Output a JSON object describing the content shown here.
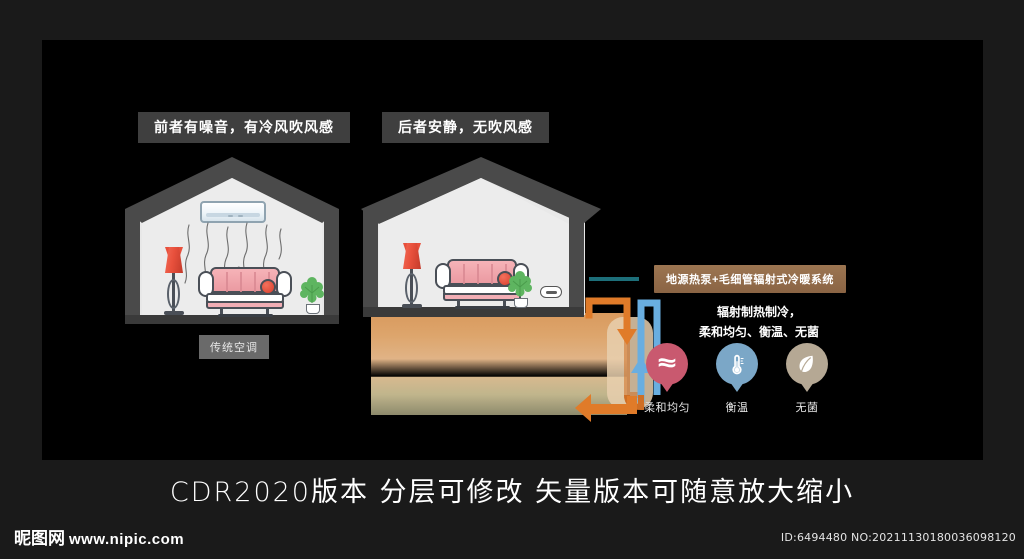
{
  "page": {
    "background_color": "#1a1a1a",
    "artboard_color": "#000000"
  },
  "headings": {
    "left_chip": "前者有噪音，有冷风吹风感",
    "right_chip": "后者安静，无吹风感",
    "chip_bg": "#3f3f3f"
  },
  "left_scene": {
    "caption": "传统空调",
    "caption_bg": "#6a6a6a",
    "icon_ac": "air-conditioner-icon",
    "icon_airflow": "airflow-wavy-lines-icon",
    "icon_lamp": "floor-lamp-icon",
    "icon_sofa": "sofa-icon",
    "icon_plant": "potted-plant-icon"
  },
  "right_scene": {
    "icon_lamp": "floor-lamp-icon",
    "icon_sofa": "sofa-icon",
    "icon_plant": "potted-plant-icon",
    "icon_wall_switch": "wall-controller-icon",
    "icon_supply_pipe": "orange-supply-pipe-icon",
    "icon_return_pipe": "blue-return-pipe-icon",
    "icon_ground_loop": "ground-loop-icon",
    "icon_ground_arrow": "orange-left-arrow-icon",
    "ground_top_color": "#d99a5e",
    "ground_bottom_color": "#8d8a6c",
    "pipe_orange": "#e07b29",
    "pipe_blue": "#69aee0"
  },
  "info_panel": {
    "badge": "地源热泵+毛细管辐射式冷暖系统",
    "badge_color": "#8a6444",
    "line1": "辐射制热制冷，",
    "line2": "柔和均匀、衡温、无菌"
  },
  "features": [
    {
      "label": "柔和均匀",
      "icon": "waves-icon",
      "color": "#c9596f"
    },
    {
      "label": "衡温",
      "icon": "thermometer-icon",
      "color": "#7ba7c7"
    },
    {
      "label": "无菌",
      "icon": "leaf-icon",
      "color": "#b5a894"
    }
  ],
  "footer": {
    "caption": "CDR2020版本 分层可修改 矢量版本可随意放大缩小",
    "brand_cn": "昵图网",
    "brand_url": "www.nipic.com",
    "id_no": "ID:6494480 NO:20211130180036098120"
  }
}
